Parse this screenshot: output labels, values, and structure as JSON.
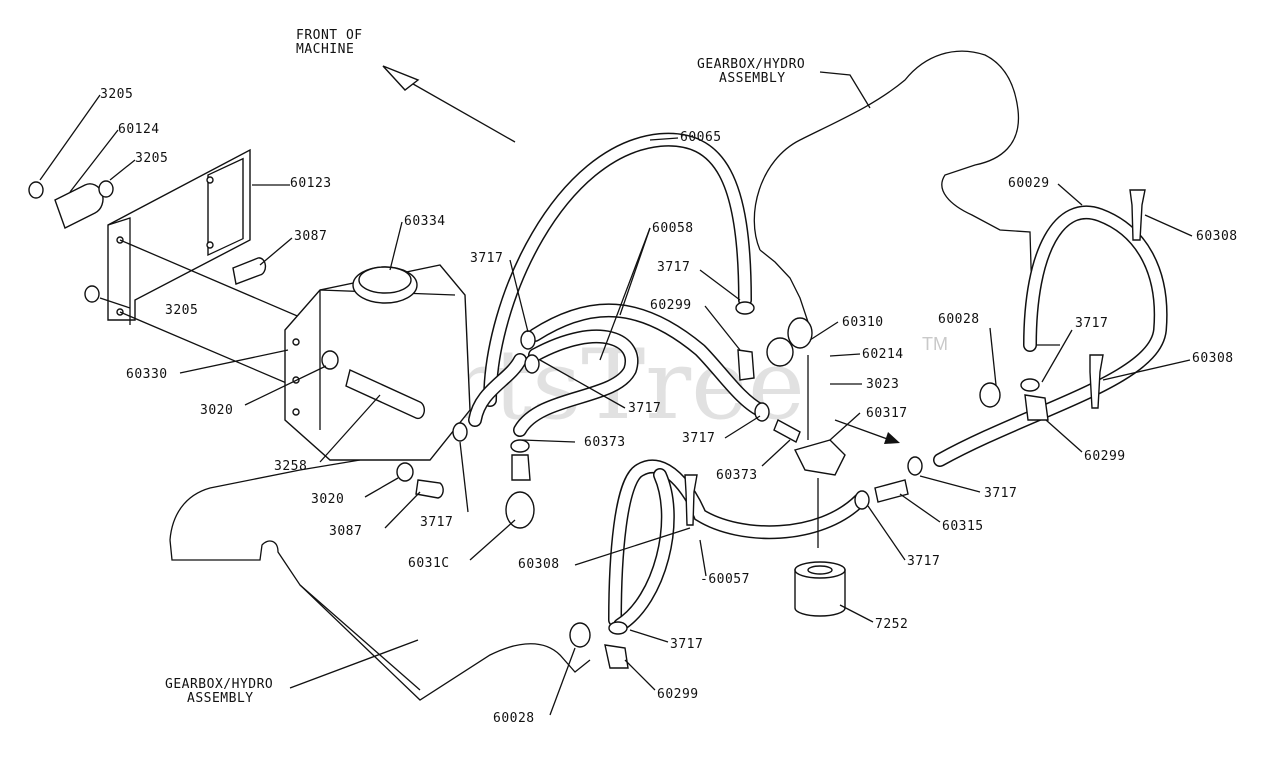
{
  "watermark": {
    "text": "PartsTree",
    "tm": "TM"
  },
  "headings": {
    "front": [
      "FRONT OF",
      "MACHINE"
    ],
    "gearbox_top": [
      "GEARBOX/HYDRO",
      "ASSEMBLY"
    ],
    "gearbox_bottom": [
      "GEARBOX/HYDRO",
      "ASSEMBLY"
    ]
  },
  "callouts": [
    "3205",
    "60124",
    "3205",
    "60123",
    "3087",
    "3205",
    "60334",
    "60330",
    "3020",
    "3258",
    "3020",
    "3087",
    "3717",
    "6031C",
    "60065",
    "60058",
    "3717",
    "3717",
    "60299",
    "3717",
    "60373",
    "3717",
    "60373",
    "60310",
    "60214",
    "3023",
    "60317",
    "60028",
    "60029",
    "60308",
    "3717",
    "60308",
    "60299",
    "3717",
    "60315",
    "3717",
    "60308",
    "-60057",
    "7252",
    "3717",
    "60299",
    "60028"
  ]
}
